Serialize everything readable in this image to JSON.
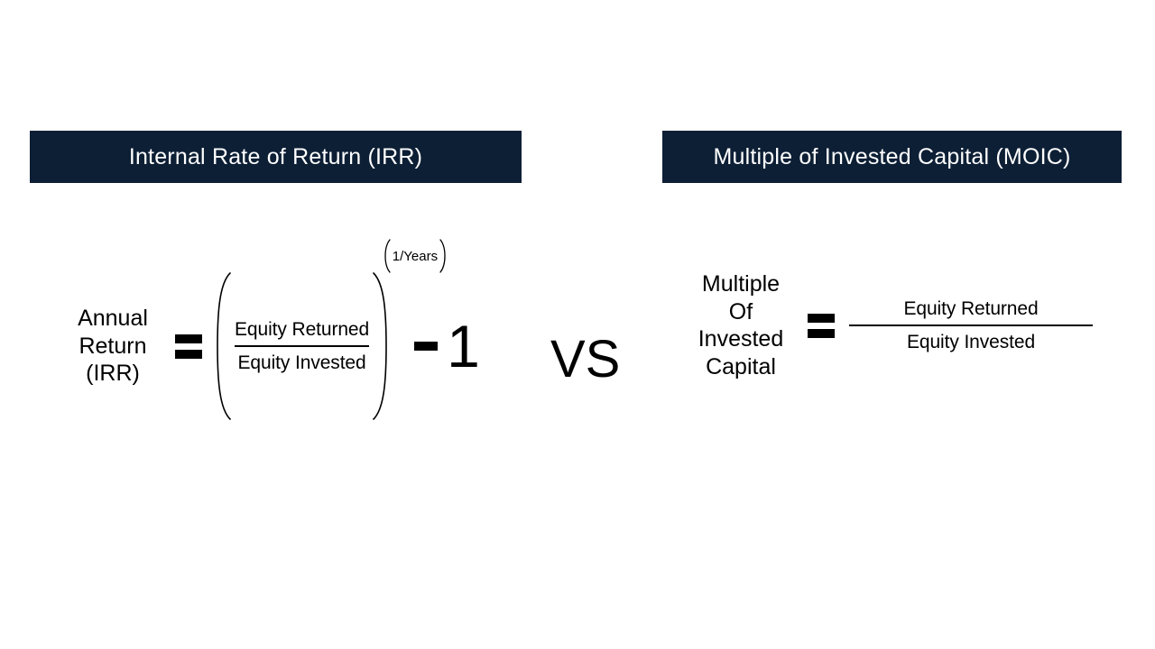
{
  "slide": {
    "background_color": "#ffffff",
    "banner_color": "#0d1f35",
    "banner_text_color": "#ffffff",
    "ink_color": "#000000"
  },
  "left_panel": {
    "banner_title": "Internal Rate of Return (IRR)",
    "formula": {
      "left_side_lines": [
        "Annual",
        "Return",
        "(IRR)"
      ],
      "operator_equals": "=",
      "group_open": "(",
      "group_close": ")",
      "fraction": {
        "numerator": "Equity Returned",
        "denominator": "Equity Invested"
      },
      "exponent": {
        "bracket_open": "(",
        "text": "1/Years",
        "bracket_close": ")"
      },
      "operator_minus": "-",
      "constant": "1"
    }
  },
  "comparator": {
    "label": "VS"
  },
  "right_panel": {
    "banner_title": "Multiple of Invested Capital (MOIC)",
    "formula": {
      "left_side_lines": [
        "Multiple",
        "Of",
        "Invested",
        "Capital"
      ],
      "operator_equals": "=",
      "fraction": {
        "numerator": "Equity Returned",
        "denominator": "Equity Invested"
      }
    }
  }
}
